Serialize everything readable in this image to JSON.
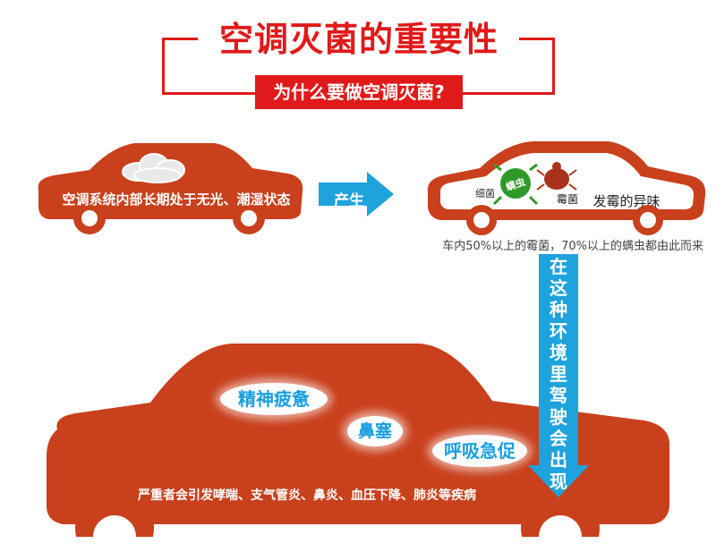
{
  "header": {
    "title": "空调灭菌的重要性",
    "subtitle": "为什么要做空调灭菌?"
  },
  "car1": {
    "text": "空调系统内部长期处于无光、潮湿状态"
  },
  "arrow": {
    "label": "产生"
  },
  "car2": {
    "bug_label": "螨虫",
    "mold_label": "霉菌",
    "smell_label": "发霉的异味",
    "small_label": "细菌"
  },
  "stats": "车内50%以上的霉菌，70%以上的螨虫都由此而来",
  "vertical_arrow": {
    "label": "在这种环境里驾驶会出现"
  },
  "symptoms": {
    "fatigue": "精神疲惫",
    "nasal": "鼻塞",
    "breath": "呼吸急促"
  },
  "bottom_text": "严重者会引发哮喘、支气管炎、鼻炎、血压下降、肺炎等疾病",
  "colors": {
    "red": "#e01a1a",
    "car": "#c9401c",
    "blue": "#1fa3dd",
    "white": "#ffffff"
  }
}
